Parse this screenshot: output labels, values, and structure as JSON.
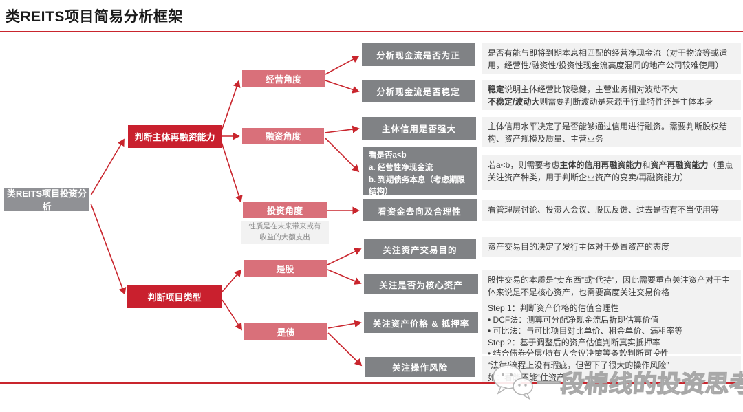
{
  "title": "类REITS项目简易分析框架",
  "colors": {
    "accent_red": "#C9252D",
    "dark_red_node": "#C9202E",
    "pink_node": "#D9707A",
    "gray_node": "#808285",
    "root_node_gray": "#909195",
    "panel_bg": "#F2F2F2"
  },
  "root": {
    "label": "类REITS项目投资分析"
  },
  "level1": [
    {
      "label": "判断主体再融资能力"
    },
    {
      "label": "判断项目类型"
    }
  ],
  "level2": [
    {
      "label": "经营角度"
    },
    {
      "label": "融资角度"
    },
    {
      "label": "投资角度"
    },
    {
      "label": "是股"
    },
    {
      "label": "是债"
    }
  ],
  "invest_note": "性质是在未来带来或有\n收益的大额支出",
  "checks": [
    {
      "label": "分析现金流是否为正"
    },
    {
      "label": "分析现金流是否稳定"
    },
    {
      "label": "主体信用是否强大"
    },
    {
      "label": "看是否a<b\na. 经营性净现金流\nb. 到期债务本息（考虑期限结构）"
    },
    {
      "label": "看资金去向及合理性"
    },
    {
      "label": "关注资产交易目的"
    },
    {
      "label": "关注是否为核心资产"
    },
    {
      "label": "关注资产价格 & 抵押率"
    },
    {
      "label": "关注操作风险"
    }
  ],
  "notes": [
    {
      "segments": [
        {
          "t": "是否有能与即将到期本息相匹配的经营净现金流（对于物流等或适用，经营性/融资性/投资性现金流高度混同的地产公司较难使用）"
        }
      ]
    },
    {
      "segments": [
        {
          "t": "稳定",
          "b": true
        },
        {
          "t": "说明主体经营比较稳健，主营业务相对波动不大\n"
        },
        {
          "t": "不稳定/波动大",
          "b": true
        },
        {
          "t": "则需要判断波动是来源于行业特性还是主体本身"
        }
      ]
    },
    {
      "segments": [
        {
          "t": "主体信用水平决定了是否能够通过信用进行融资。需要判断股权结构、资产规模及质量、主营业务"
        }
      ]
    },
    {
      "segments": [
        {
          "t": "若a<b，则需要考虑"
        },
        {
          "t": "主体的信用再融资能力",
          "b": true
        },
        {
          "t": "和"
        },
        {
          "t": "资产再融资能力",
          "b": true
        },
        {
          "t": "（重点关注资产种类，用于判断企业资产的变卖/再融资能力）"
        }
      ]
    },
    {
      "segments": [
        {
          "t": "看管理层讨论、投资人会议、股民反馈、过去是否有不当使用等"
        }
      ]
    },
    {
      "segments": [
        {
          "t": "资产交易目的决定了发行主体对于处置资产的态度"
        }
      ]
    },
    {
      "segments": [
        {
          "t": "股性交易的本质是“卖东西”或“代持”，因此需要重点关注资产对于主体来说是不是核心资产，也需要高度关注交易价格"
        }
      ]
    },
    {
      "segments": [
        {
          "t": "Step 1：判断资产价格的估值合理性\n•   DCF法：测算可分配净现金流后折现估算价值\n•   可比法：与可比项目对比单价、租金单价、满租率等\nStep 2：基于调整后的资产估值判断真实抵押率\n•   结合债券分层/持有人会议决策等条款判断可投性"
        }
      ]
    },
    {
      "segments": [
        {
          "t": "“法律/流程上没有瑕疵，但留下了很大的操作风险”\n如：看能不能“住资产、"
        }
      ]
    }
  ],
  "watermark": {
    "text": "一段棉线的投资思考",
    "icon": "wechat-bubbles-icon"
  }
}
